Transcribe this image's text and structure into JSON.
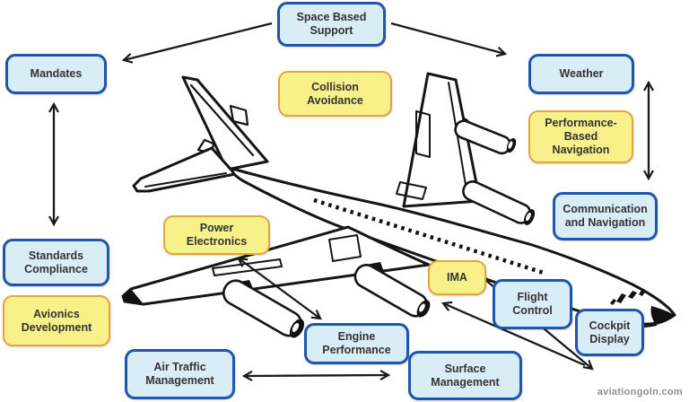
{
  "diagram": {
    "title_none_shown": "",
    "watermark": "aviationgoln.com",
    "center_artwork": "four-engine-jet-airliner-line-drawing"
  },
  "colors": {
    "background": "#ffffff",
    "blue_box_fill": "#d8edf5",
    "blue_box_border": "#1e56ad",
    "yellow_box_fill": "#f8f18a",
    "yellow_box_border": "#e7a33e",
    "text": "#333333",
    "arrow": "#1a1a1a",
    "watermark_text": "#8f8f8f"
  },
  "nodes": [
    {
      "id": "space-based-support",
      "label": "Space Based Support",
      "type": "blue"
    },
    {
      "id": "mandates",
      "label": "Mandates",
      "type": "blue"
    },
    {
      "id": "weather",
      "label": "Weather",
      "type": "blue"
    },
    {
      "id": "collision-avoidance",
      "label": "Collision Avoidance",
      "type": "yellow"
    },
    {
      "id": "performance-based-navigation",
      "label": "Performance-Based Navigation",
      "type": "yellow"
    },
    {
      "id": "communication-and-navigation",
      "label": "Communication and Navigation",
      "type": "blue"
    },
    {
      "id": "power-electronics",
      "label": "Power Electronics",
      "type": "yellow"
    },
    {
      "id": "standards-compliance",
      "label": "Standards Compliance",
      "type": "blue"
    },
    {
      "id": "avionics-development",
      "label": "Avionics Development",
      "type": "yellow"
    },
    {
      "id": "ima",
      "label": "IMA",
      "type": "yellow"
    },
    {
      "id": "flight-control",
      "label": "Flight Control",
      "type": "blue"
    },
    {
      "id": "cockpit-display",
      "label": "Cockpit Display",
      "type": "blue"
    },
    {
      "id": "engine-performance",
      "label": "Engine Performance",
      "type": "blue"
    },
    {
      "id": "air-traffic-management",
      "label": "Air Traffic Management",
      "type": "blue"
    },
    {
      "id": "surface-management",
      "label": "Surface Management",
      "type": "blue"
    }
  ],
  "arrows": [
    {
      "from": "space-based-support",
      "to": "mandates",
      "heads": "end"
    },
    {
      "from": "space-based-support",
      "to": "weather",
      "heads": "end"
    },
    {
      "from": "mandates",
      "to": "standards-compliance",
      "heads": "both"
    },
    {
      "from": "weather",
      "to": "communication-and-navigation",
      "heads": "both"
    },
    {
      "from": "power-electronics",
      "to": "engine-performance",
      "heads": "both"
    },
    {
      "from": "ima",
      "to": "lower-right-of-aircraft",
      "heads": "both"
    },
    {
      "from": "air-traffic-management",
      "to": "surface-management",
      "heads": "both"
    }
  ]
}
